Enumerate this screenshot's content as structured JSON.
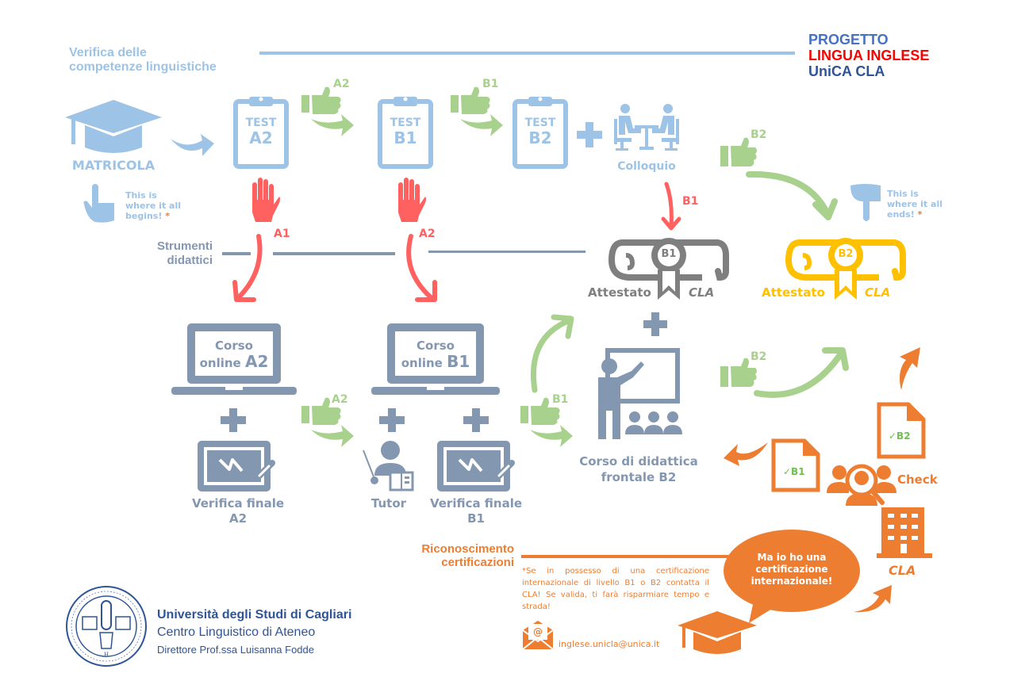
{
  "header": {
    "section_title_line1": "Verifica delle",
    "section_title_line2": "competenze linguistiche",
    "project_line1": "PROGETTO",
    "project_line2": "LINGUA INGLESE",
    "project_line3": "UniCA CLA"
  },
  "colors": {
    "light_blue": "#9dc3e6",
    "slate": "#8497b0",
    "green": "#a9d18e",
    "red": "#ff6161",
    "orange": "#ed7d31",
    "gold": "#ffc000",
    "grey": "#7f7f7f",
    "project_blue": "#4472c4",
    "project_red": "#ff0000",
    "footer_blue": "#2f5597"
  },
  "start": {
    "label": "MATRICOLA",
    "note_line1": "This is",
    "note_line2": "where it all",
    "note_line3": "begins!",
    "asterisk": "*"
  },
  "end": {
    "note_line1": "This is",
    "note_line2": "where it all",
    "note_line3": "ends!",
    "asterisk": "*"
  },
  "tests": [
    {
      "word": "TEST",
      "level": "A2"
    },
    {
      "word": "TEST",
      "level": "B1"
    },
    {
      "word": "TEST",
      "level": "B2"
    }
  ],
  "colloquio": {
    "label": "Colloquio"
  },
  "pass_labels": {
    "a2_to_b1": "A2",
    "b1_to_b2": "B1",
    "b2_final": "B2",
    "verifica_a2_pass": "A2",
    "verifica_b1_pass": "B1",
    "corso_b2_pass": "B2"
  },
  "fail_labels": {
    "test_a2": "A1",
    "test_b1": "A2",
    "colloquio": "B1"
  },
  "strumenti": {
    "line1": "Strumenti",
    "line2": "didattici"
  },
  "certificates": [
    {
      "badge": "B1",
      "left": "Attestato",
      "right": "CLA"
    },
    {
      "badge": "B2",
      "left": "Attestato",
      "right": "CLA"
    }
  ],
  "courses": [
    {
      "line1": "Corso",
      "line2": "online",
      "level": "A2"
    },
    {
      "line1": "Corso",
      "line2": "online",
      "level": "B1"
    }
  ],
  "verifiche": [
    {
      "line1": "Verifica finale",
      "line2": "A2"
    },
    {
      "line1": "Verifica finale",
      "line2": "B1"
    }
  ],
  "tutor": {
    "label": "Tutor"
  },
  "frontale": {
    "line1": "Corso di didattica",
    "line2": "frontale B2"
  },
  "recognition": {
    "title_line1": "Riconoscimento",
    "title_line2": "certificazioni",
    "note": "*Se in possesso di una certificazione internazionale di livello B1 o B2 contatta il CLA! Se valida, ti farà risparmiare tempo e strada!",
    "email": "inglese.unicla@unica.it",
    "bubble_line1": "Ma io ho una",
    "bubble_line2": "certificazione",
    "bubble_line3": "internazionale!",
    "doc_b1": "✓B1",
    "doc_b2": "✓B2",
    "check_label": "Check",
    "cla_label": "CLA"
  },
  "footer": {
    "university": "Università degli Studi di Cagliari",
    "centre": "Centro Linguistico di Ateneo",
    "director": "Direttore Prof.ssa Luisanna Fodde"
  }
}
